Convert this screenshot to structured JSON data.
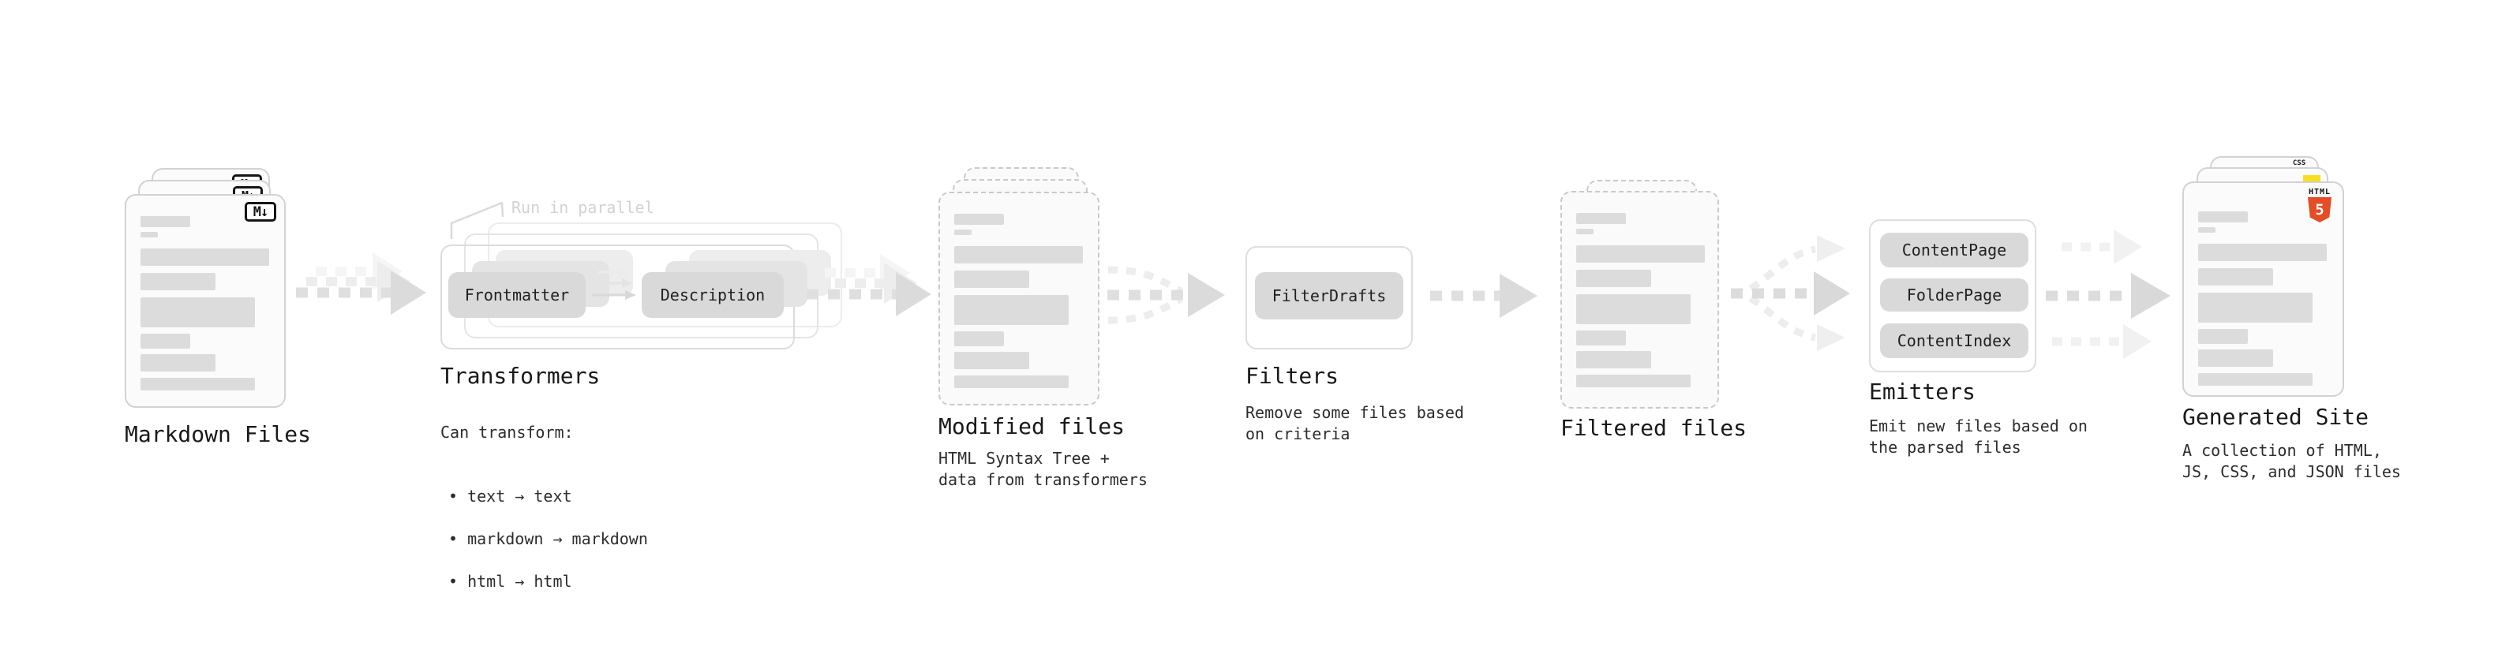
{
  "stages": {
    "markdown_files": {
      "heading": "Markdown Files",
      "badge": "M↓"
    },
    "transformers": {
      "note": "Run in parallel",
      "chip_frontmatter": "Frontmatter",
      "chip_description": "Description",
      "heading": "Transformers",
      "desc_title": "Can transform:",
      "bullets": [
        "• text → text",
        "• markdown → markdown",
        "• html → html"
      ]
    },
    "modified_files": {
      "heading": "Modified files",
      "desc": "HTML Syntax Tree +\ndata from transformers"
    },
    "filters": {
      "heading": "Filters",
      "chip": "FilterDrafts",
      "desc": "Remove some files based\non criteria"
    },
    "filtered_files": {
      "heading": "Filtered files"
    },
    "emitters": {
      "heading": "Emitters",
      "chips": [
        "ContentPage",
        "FolderPage",
        "ContentIndex"
      ],
      "desc": "Emit new files based on\nthe parsed files"
    },
    "generated_site": {
      "heading": "Generated Site",
      "desc": "A collection of HTML,\nJS, CSS, and JSON files",
      "html_badge_label": "HTML",
      "html_badge_number": "5",
      "css_badge_label": "CSS"
    }
  },
  "colors": {
    "html5_orange": "#e44d26",
    "js_yellow": "#f7df1e",
    "css_blue": "#2965f1",
    "chip_gray": "#d9d9d9",
    "card_border": "#d2d2d2",
    "text_dark": "#1a1a1a",
    "muted_note": "#d2d2d2",
    "arrow_main": "#dfdfdf",
    "arrow_ghost": "#f0f0f0"
  }
}
